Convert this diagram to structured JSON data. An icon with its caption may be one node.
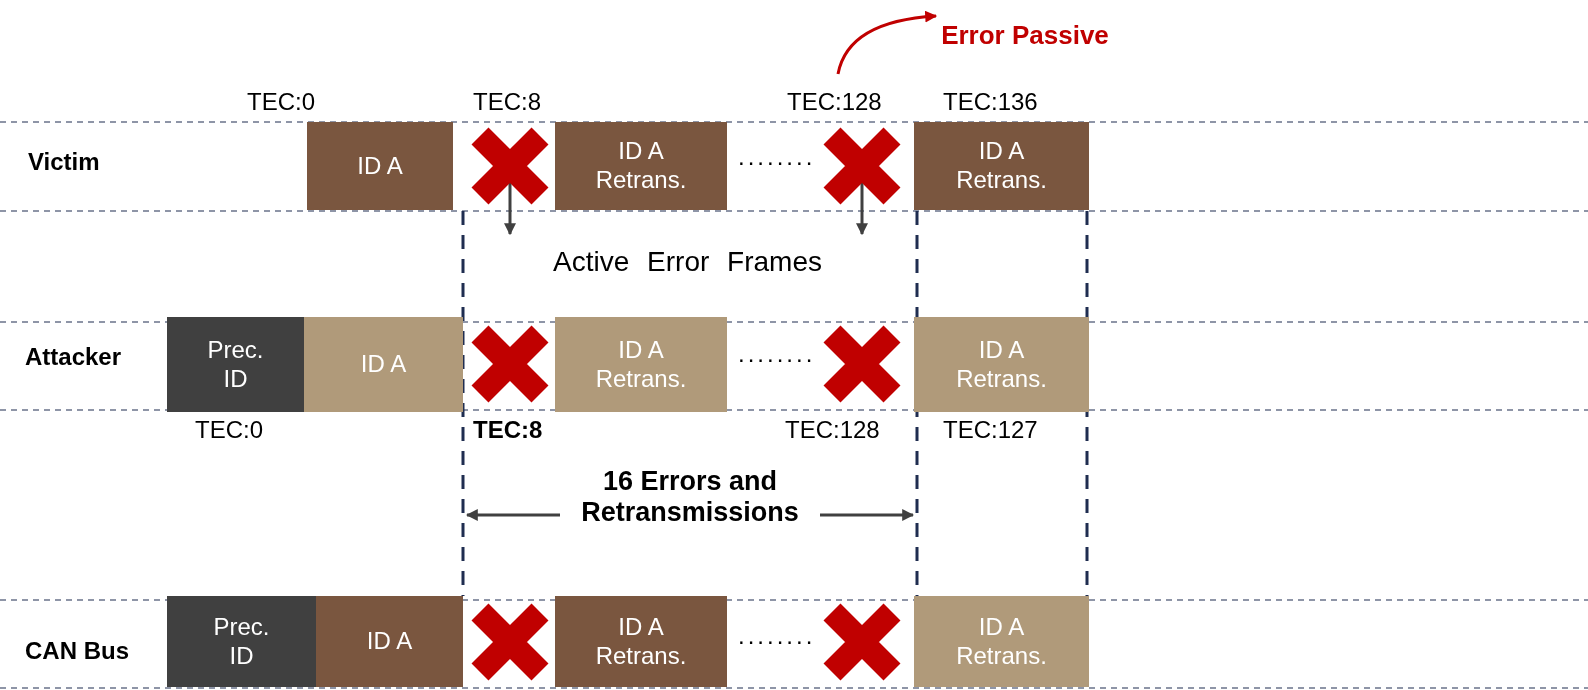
{
  "diagram": {
    "nodes": [
      {
        "text": [
          "Error Passive"
        ]
      },
      {
        "text": [
          "ID A"
        ]
      },
      {
        "text": [],
        "shape": "cross"
      },
      {
        "text": [
          "ID A Retrans."
        ]
      },
      {
        "text": [],
        "shape": "cross"
      },
      {
        "text": [
          "ID A Retrans."
        ]
      },
      {
        "text": [
          "Prec. ID"
        ]
      },
      {
        "text": [
          "ID A"
        ]
      },
      {
        "text": [],
        "shape": "cross"
      },
      {
        "text": [
          "ID A Retrans."
        ]
      },
      {
        "text": [],
        "shape": "cross"
      },
      {
        "text": [
          "ID A Retrans."
        ]
      },
      {
        "text": [
          "Prec. ID"
        ]
      },
      {
        "text": [
          "ID A"
        ]
      },
      {
        "text": [],
        "shape": "cross"
      },
      {
        "text": [
          "ID A Retrans."
        ]
      },
      {
        "text": [],
        "shape": "cross"
      },
      {
        "text": [
          "ID A Retrans."
        ]
      },
      {
        "text": [
          "Active Error Frames"
        ]
      }
    ],
    "edges": [
      {
        "from": 2,
        "to": 18,
        "arrow": "to"
      },
      {
        "from": 4,
        "to": 18,
        "arrow": "to"
      },
      {
        "from": null,
        "to": 0,
        "arrow": "to",
        "color": "#c00000"
      }
    ],
    "labels": [
      "TEC:0",
      "TEC:8",
      "TEC:128",
      "TEC:136",
      "Victim",
      "........",
      "Attacker",
      "........",
      "TEC:0",
      "TEC:8",
      "TEC:128",
      "TEC:127",
      "16 Errors and Retransmissions",
      "CAN Bus",
      "........"
    ]
  }
}
